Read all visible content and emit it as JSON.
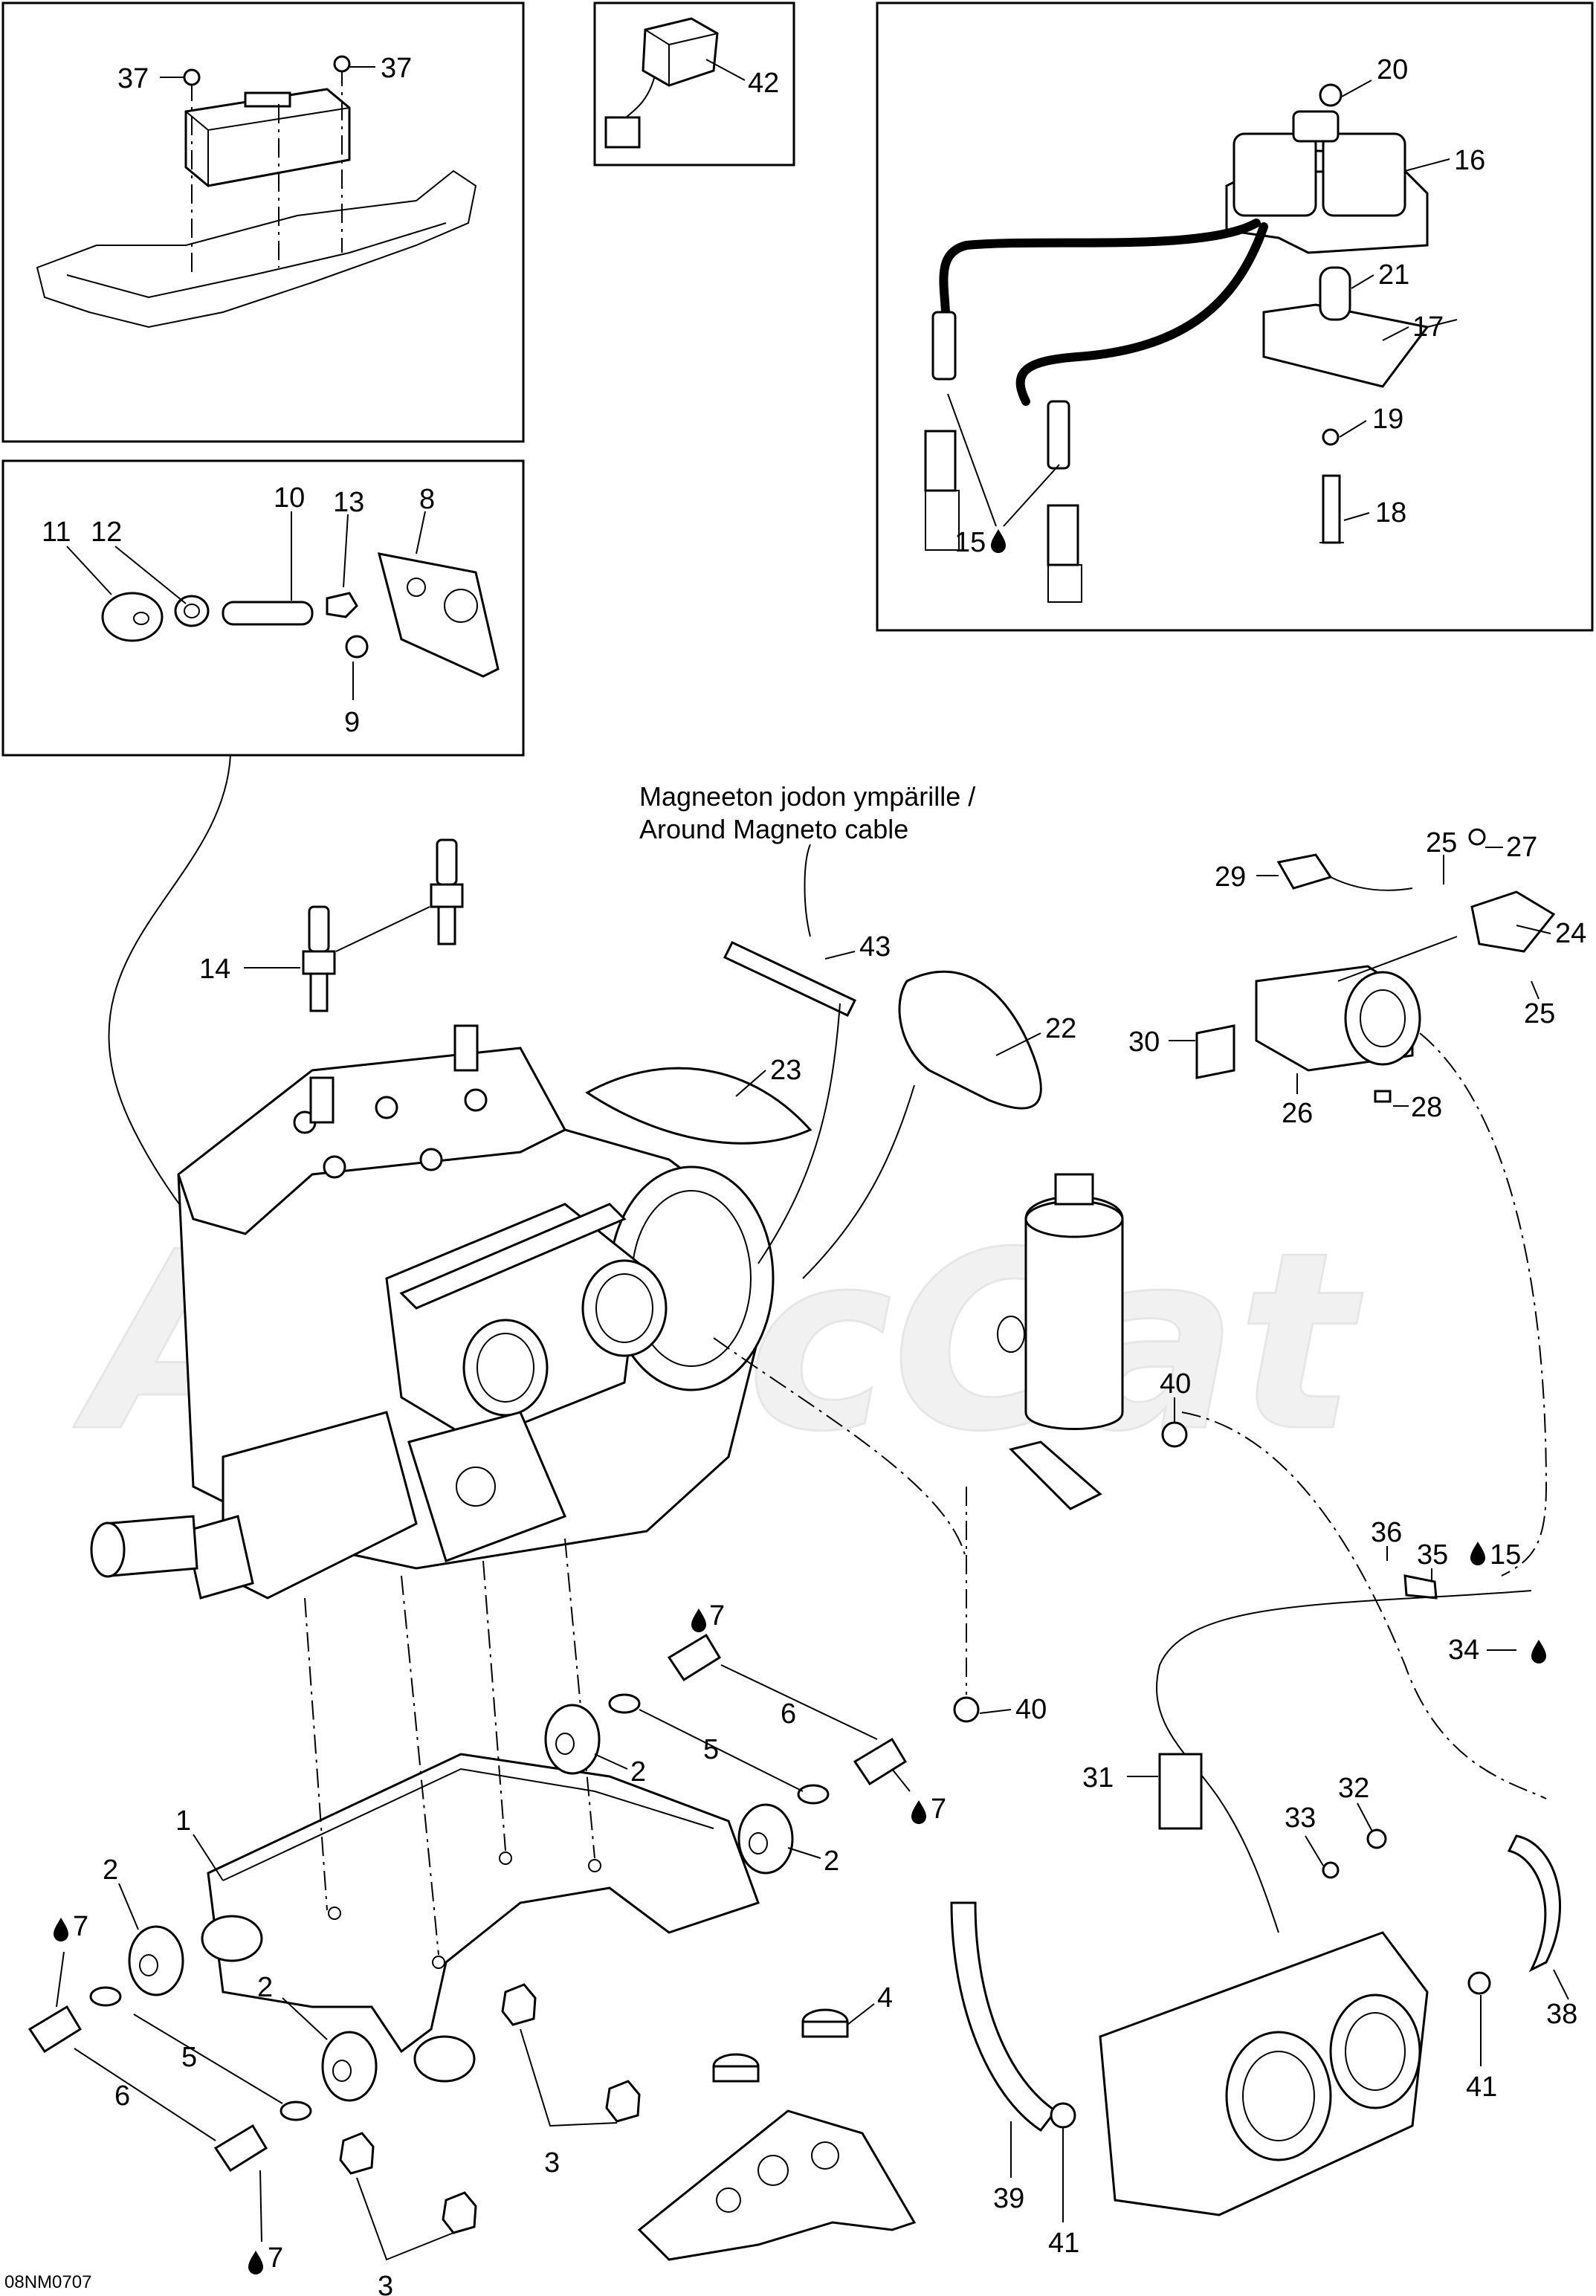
{
  "watermark": "ArcticCat",
  "drawing_code": "08NM0707",
  "cable_note": {
    "line1": "Magneeton jodon ympärille /",
    "line2": "Around Magneto cable"
  },
  "callouts": {
    "c1": "1",
    "c2a": "2",
    "c2b": "2",
    "c2c": "2",
    "c2d": "2",
    "c3a": "3",
    "c3b": "3",
    "c4": "4",
    "c5a": "5",
    "c5b": "5",
    "c6a": "6",
    "c6b": "6",
    "c7a": "7",
    "c7b": "7",
    "c7c": "7",
    "c7d": "7",
    "c8": "8",
    "c9": "9",
    "c10": "10",
    "c11": "11",
    "c12": "12",
    "c13": "13",
    "c14": "14",
    "c15a": "15",
    "c15b": "15",
    "c16": "16",
    "c17": "17",
    "c18": "18",
    "c19": "19",
    "c20": "20",
    "c21": "21",
    "c22": "22",
    "c23": "23",
    "c24": "24",
    "c25a": "25",
    "c25b": "25",
    "c26": "26",
    "c27": "27",
    "c28": "28",
    "c29": "29",
    "c30": "30",
    "c31": "31",
    "c32": "32",
    "c33": "33",
    "c34": "34",
    "c35": "35",
    "c36": "36",
    "c37a": "37",
    "c37b": "37",
    "c38": "38",
    "c39": "39",
    "c40a": "40",
    "c40b": "40",
    "c41a": "41",
    "c41b": "41",
    "c42": "42",
    "c43": "43"
  },
  "icons": [
    "oil-drop-icon"
  ]
}
